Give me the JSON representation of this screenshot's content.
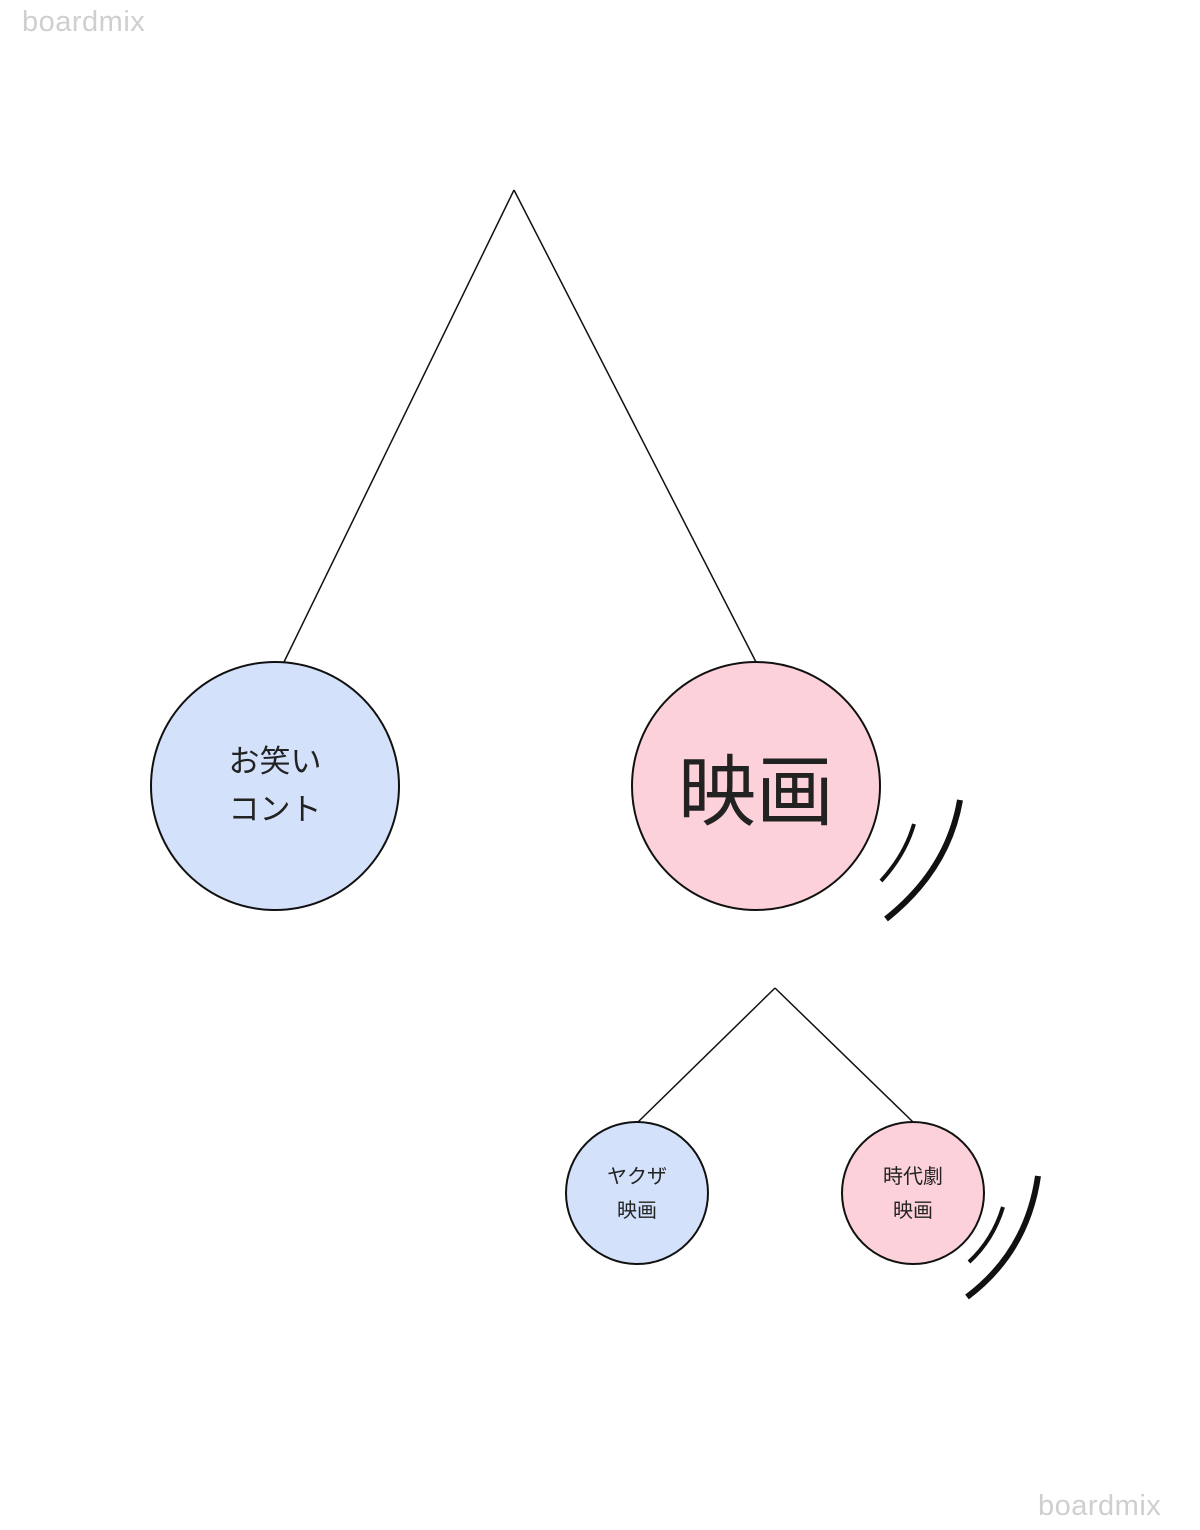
{
  "watermark": {
    "top_left": "boardmix",
    "bottom_right": "boardmix"
  },
  "nodes": {
    "comedy": {
      "line1": "お笑い",
      "line2": "コント"
    },
    "movie": {
      "label": "映画"
    },
    "yakuza": {
      "line1": "ヤクザ",
      "line2": "映画"
    },
    "jidaigeki": {
      "line1": "時代劇",
      "line2": "映画"
    }
  },
  "colors": {
    "blue_node": "#d3e1fb",
    "pink_node": "#fcd1d9",
    "stroke": "#111111"
  }
}
